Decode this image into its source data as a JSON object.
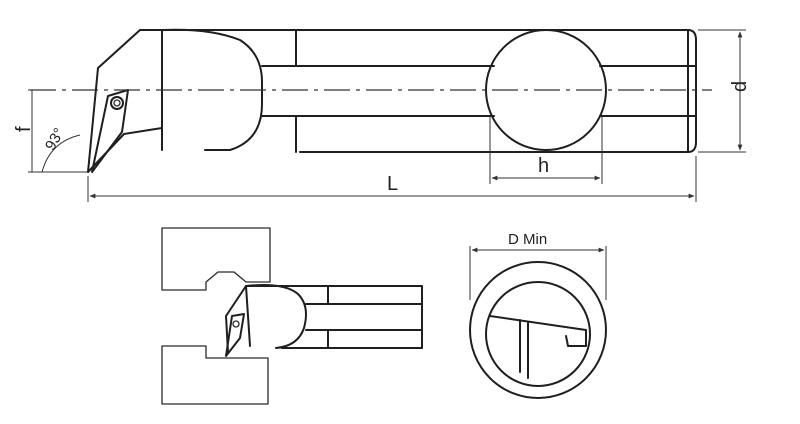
{
  "labels": {
    "f": "f",
    "angle": "93°",
    "L": "L",
    "h": "h",
    "d": "d",
    "d_min": "D Min"
  }
}
